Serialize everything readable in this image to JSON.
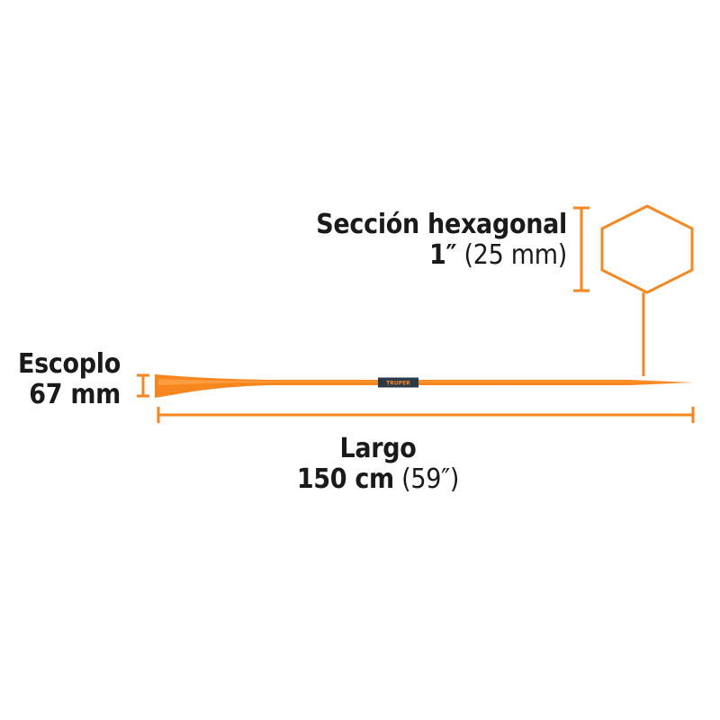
{
  "labels": {
    "section": {
      "title": "Sección hexagonal",
      "size_main": "1″",
      "size_alt": "(25 mm)"
    },
    "chisel": {
      "title": "Escoplo",
      "size": "67 mm"
    },
    "length": {
      "title": "Largo",
      "size_main": "150 cm",
      "size_alt": "(59″)"
    }
  },
  "brand": {
    "logo_text": "TRUPER"
  },
  "colors": {
    "accent": "#f7861e",
    "bar": "#f7861e",
    "bar_shade": "#e07010",
    "band": "#2b3a4a",
    "text": "#1a1a1a"
  }
}
